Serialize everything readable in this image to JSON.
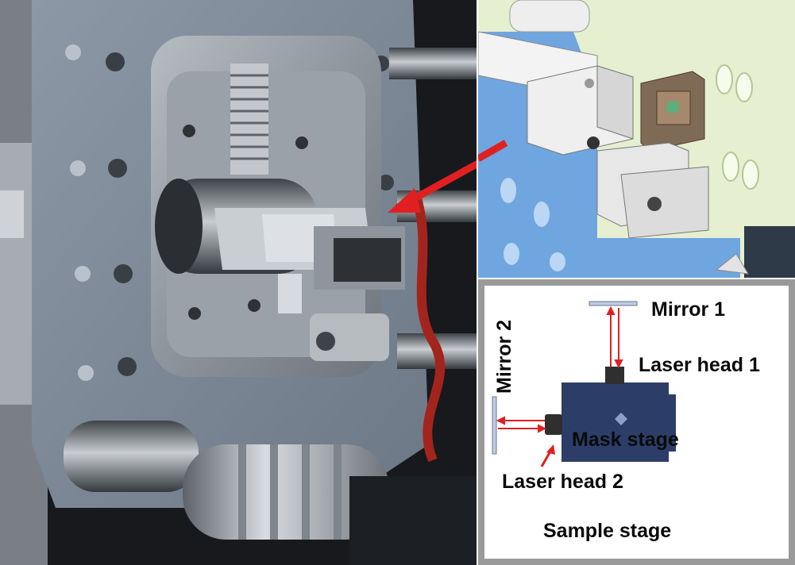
{
  "figure": {
    "photo_panel": {
      "description_icon": "photo-of-mask-stage-assembly"
    },
    "cad_panel": {
      "description_icon": "cad-render-of-laser-head-mount"
    },
    "schematic": {
      "labels": {
        "mirror1": "Mirror 1",
        "mirror2": "Mirror 2",
        "laser_head1": "Laser head 1",
        "laser_head2": "Laser head 2",
        "mask_stage": "Mask stage",
        "sample_stage": "Sample stage"
      }
    }
  },
  "colors": {
    "arrow_red": "#e02020",
    "laser_beam": "#e02020",
    "mask_stage_blue": "#2c3e68",
    "cad_blue": "#6fa6e0",
    "cad_green_bg": "#e6efcf"
  }
}
